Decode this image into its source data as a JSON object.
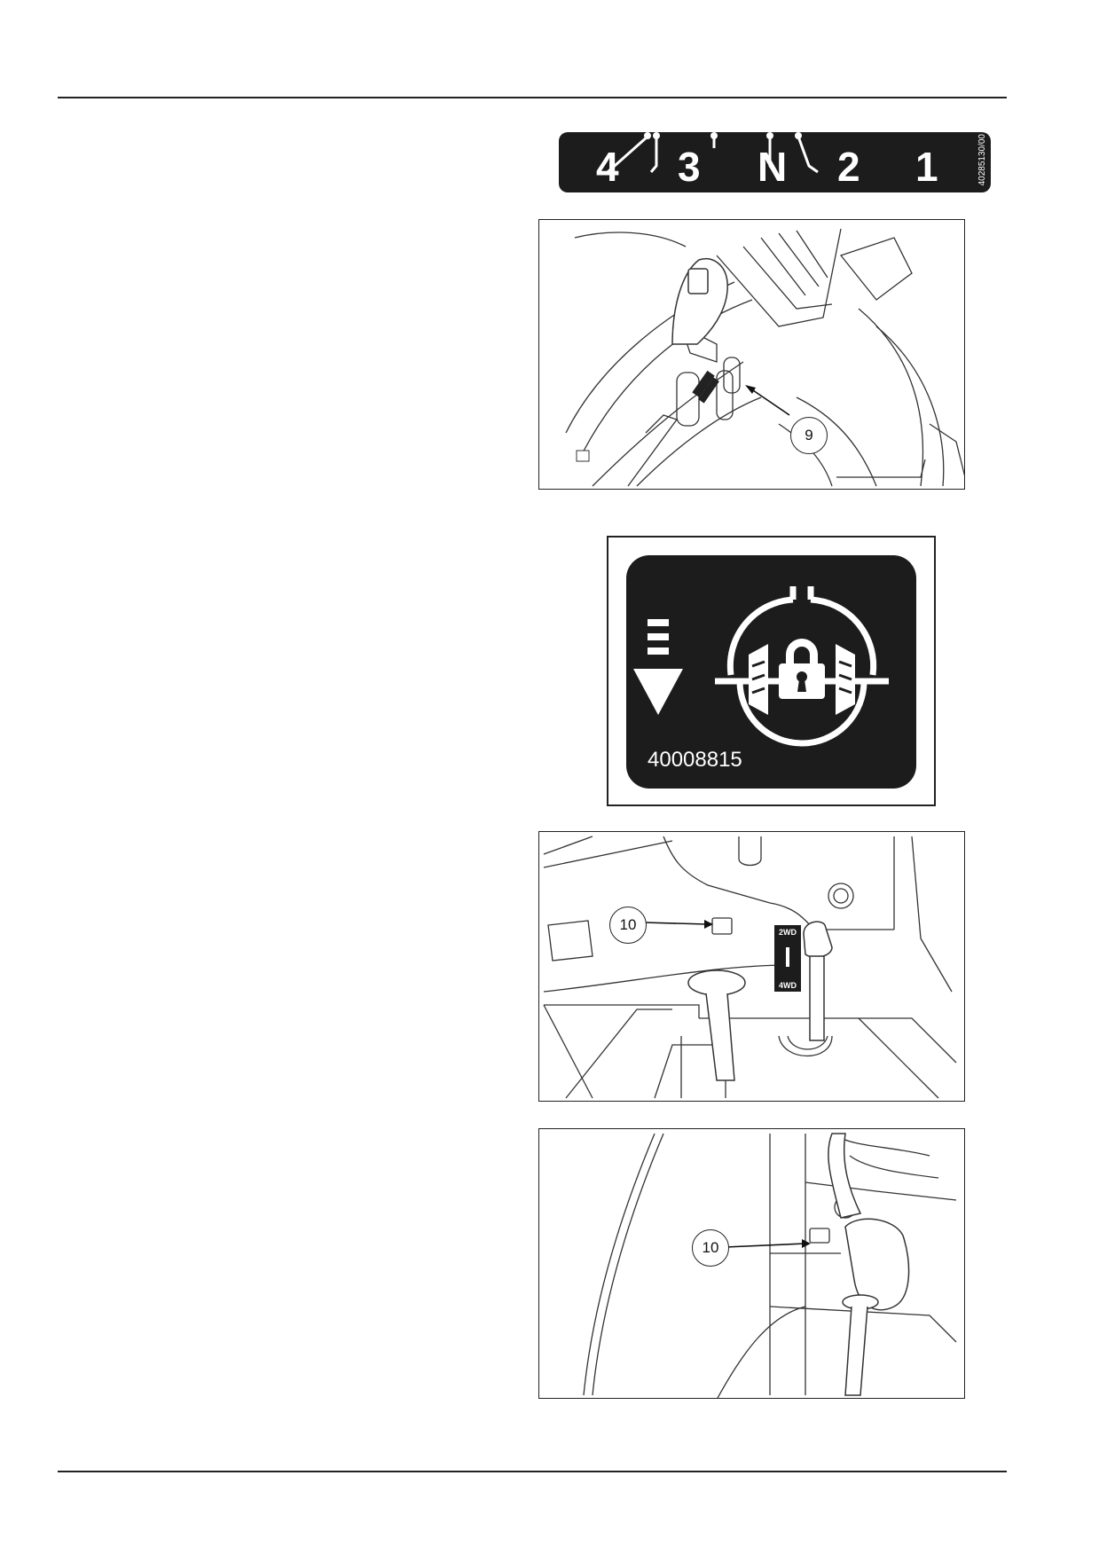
{
  "gear_decal": {
    "positions": [
      "4",
      "3",
      "N",
      "2",
      "1"
    ],
    "code": "40285130/00"
  },
  "figure_1": {
    "callout": "9"
  },
  "lock_decal": {
    "code": "40008815"
  },
  "figure_2": {
    "callout": "10",
    "shift_decal": {
      "top": "2WD",
      "bottom": "4WD"
    }
  },
  "figure_3": {
    "callout": "10"
  }
}
